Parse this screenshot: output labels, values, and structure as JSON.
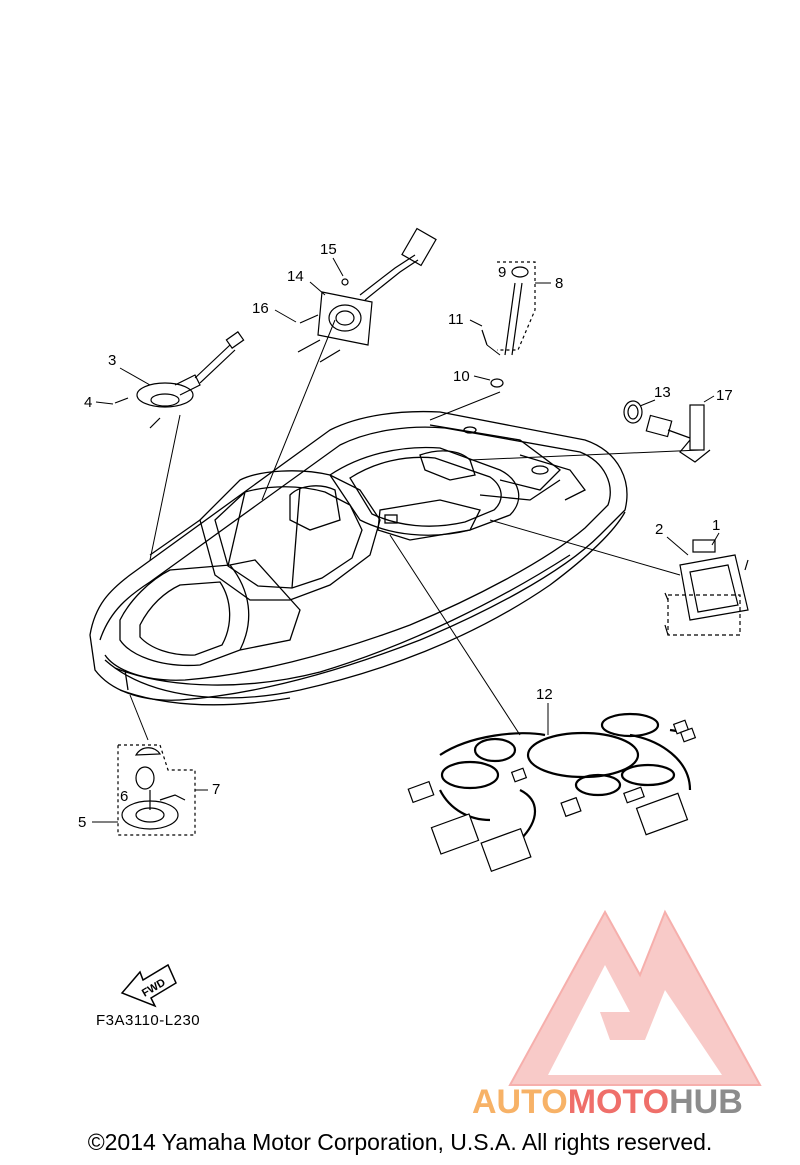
{
  "diagram": {
    "callouts": [
      "1",
      "2",
      "3",
      "4",
      "5",
      "6",
      "7",
      "8",
      "9",
      "10",
      "11",
      "12",
      "13",
      "14",
      "15",
      "16",
      "17"
    ],
    "fwd_label": "FWD",
    "drawing_code": "F3A3110-L230",
    "copyright": "©2014 Yamaha Motor Corporation, U.S.A. All rights reserved."
  },
  "watermark": {
    "part1": "AUTO",
    "part2": "MOTO",
    "part3": "HUB",
    "color_orange": "#f7b267",
    "color_red": "#ef6f6a",
    "color_gray": "#8c8c8c"
  }
}
